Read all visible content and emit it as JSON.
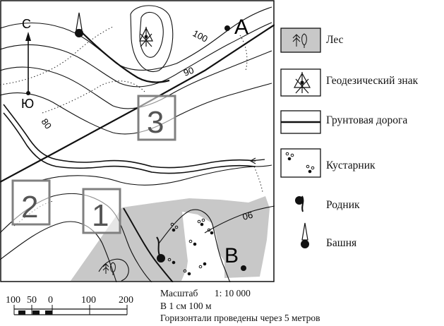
{
  "map": {
    "north_label": "С",
    "south_label": "Ю",
    "point_a": "А",
    "point_b": "В",
    "contour_labels": [
      "100",
      "90",
      "80",
      "06"
    ],
    "areas": [
      {
        "label": "1"
      },
      {
        "label": "2"
      },
      {
        "label": "3"
      }
    ],
    "colors": {
      "forest": "#c8c8c8",
      "area_box": "#808080",
      "ink": "#111111"
    }
  },
  "legend": {
    "items": [
      {
        "key": "forest",
        "label": "Лес",
        "icon": "forest-icon"
      },
      {
        "key": "geodetic",
        "label": "Геодезический знак",
        "icon": "geodetic-mark-icon"
      },
      {
        "key": "road",
        "label": "Грунтовая дорога",
        "icon": "dirt-road-icon"
      },
      {
        "key": "shrub",
        "label": "Кустарник",
        "icon": "shrub-icon"
      },
      {
        "key": "spring",
        "label": "Родник",
        "icon": "spring-icon"
      },
      {
        "key": "tower",
        "label": "Башня",
        "icon": "tower-icon"
      }
    ]
  },
  "scale": {
    "ticks": [
      "100",
      "50",
      "0",
      "100",
      "200"
    ],
    "text_scale": "Масштаб       1: 10 000",
    "text_cm": "В 1 см 100 м",
    "text_contours": "Горизонтали проведены через 5 метров"
  }
}
